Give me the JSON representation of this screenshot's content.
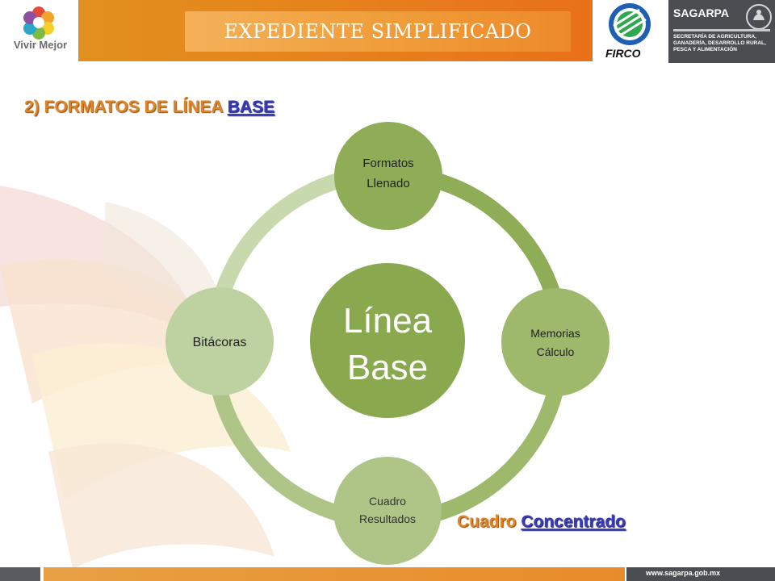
{
  "header": {
    "left_logo_text": "Vivir Mejor",
    "title": "EXPEDIENTE SIMPLIFICADO",
    "firco_text": "FIRCO",
    "sagarpa_brand": "SAGARPA",
    "sagarpa_sub": [
      "SECRETARÍA DE AGRICULTURA,",
      "GANADERÍA, DESARROLLO RURAL,",
      "PESCA Y ALIMENTACIÓN"
    ]
  },
  "section": {
    "prefix": "2) FORMATOS DE LÍNEA ",
    "link": "BASE"
  },
  "diagram": {
    "center": [
      "Línea",
      "Base"
    ],
    "nodes": {
      "top": [
        "Formatos",
        "Llenado"
      ],
      "right": [
        "Memorias",
        "Cálculo"
      ],
      "bottom": [
        "Cuadro",
        "Resultados"
      ],
      "left": [
        "Bitácoras"
      ]
    },
    "colors": {
      "center": "#8aa94f",
      "top": "#8fac56",
      "right": "#9eb86c",
      "bottom": "#aec587",
      "left": "#bed1a0",
      "ring_dark": "#8aa94f",
      "ring_light": "#c9d9ae"
    }
  },
  "bottom_text": {
    "prefix": "Cuadro ",
    "link": "Concentrado"
  },
  "footer": {
    "url": "www.sagarpa.gob.mx"
  }
}
